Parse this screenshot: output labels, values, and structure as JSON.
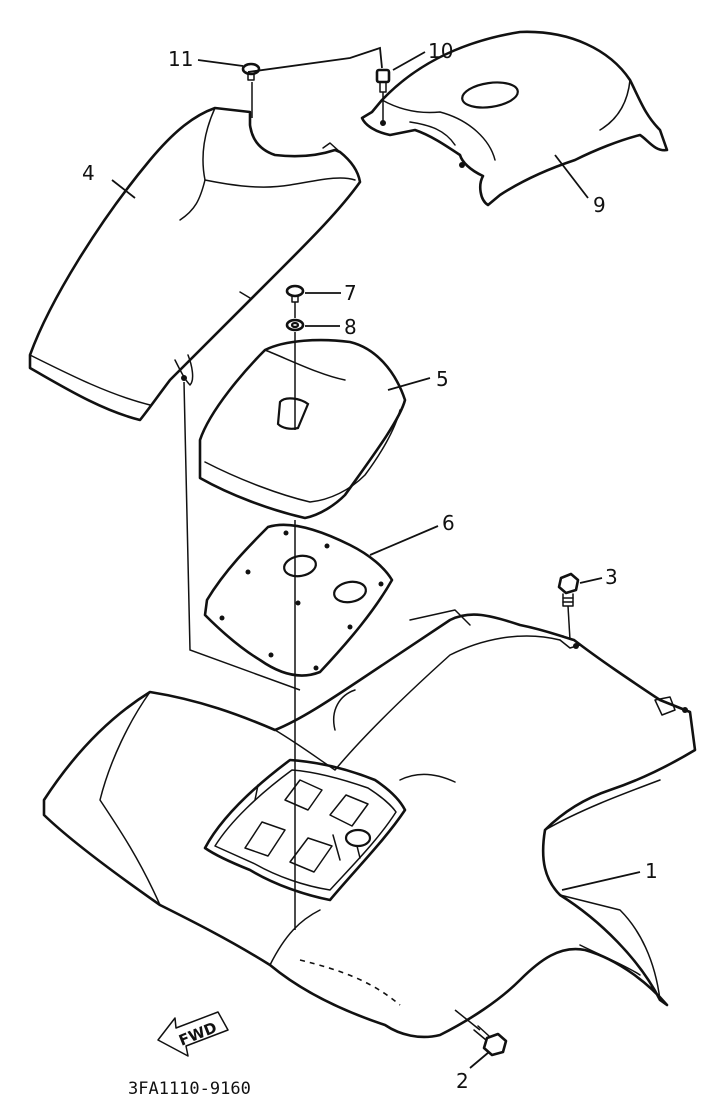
{
  "diagram": {
    "part_code": "3FA1110-9160",
    "direction_label": "FWD",
    "callouts": [
      {
        "id": "1",
        "label": "1"
      },
      {
        "id": "2",
        "label": "2"
      },
      {
        "id": "3",
        "label": "3"
      },
      {
        "id": "4",
        "label": "4"
      },
      {
        "id": "5",
        "label": "5"
      },
      {
        "id": "6",
        "label": "6"
      },
      {
        "id": "7",
        "label": "7"
      },
      {
        "id": "8",
        "label": "8"
      },
      {
        "id": "9",
        "label": "9"
      },
      {
        "id": "10",
        "label": "10"
      },
      {
        "id": "11",
        "label": "11"
      }
    ]
  }
}
